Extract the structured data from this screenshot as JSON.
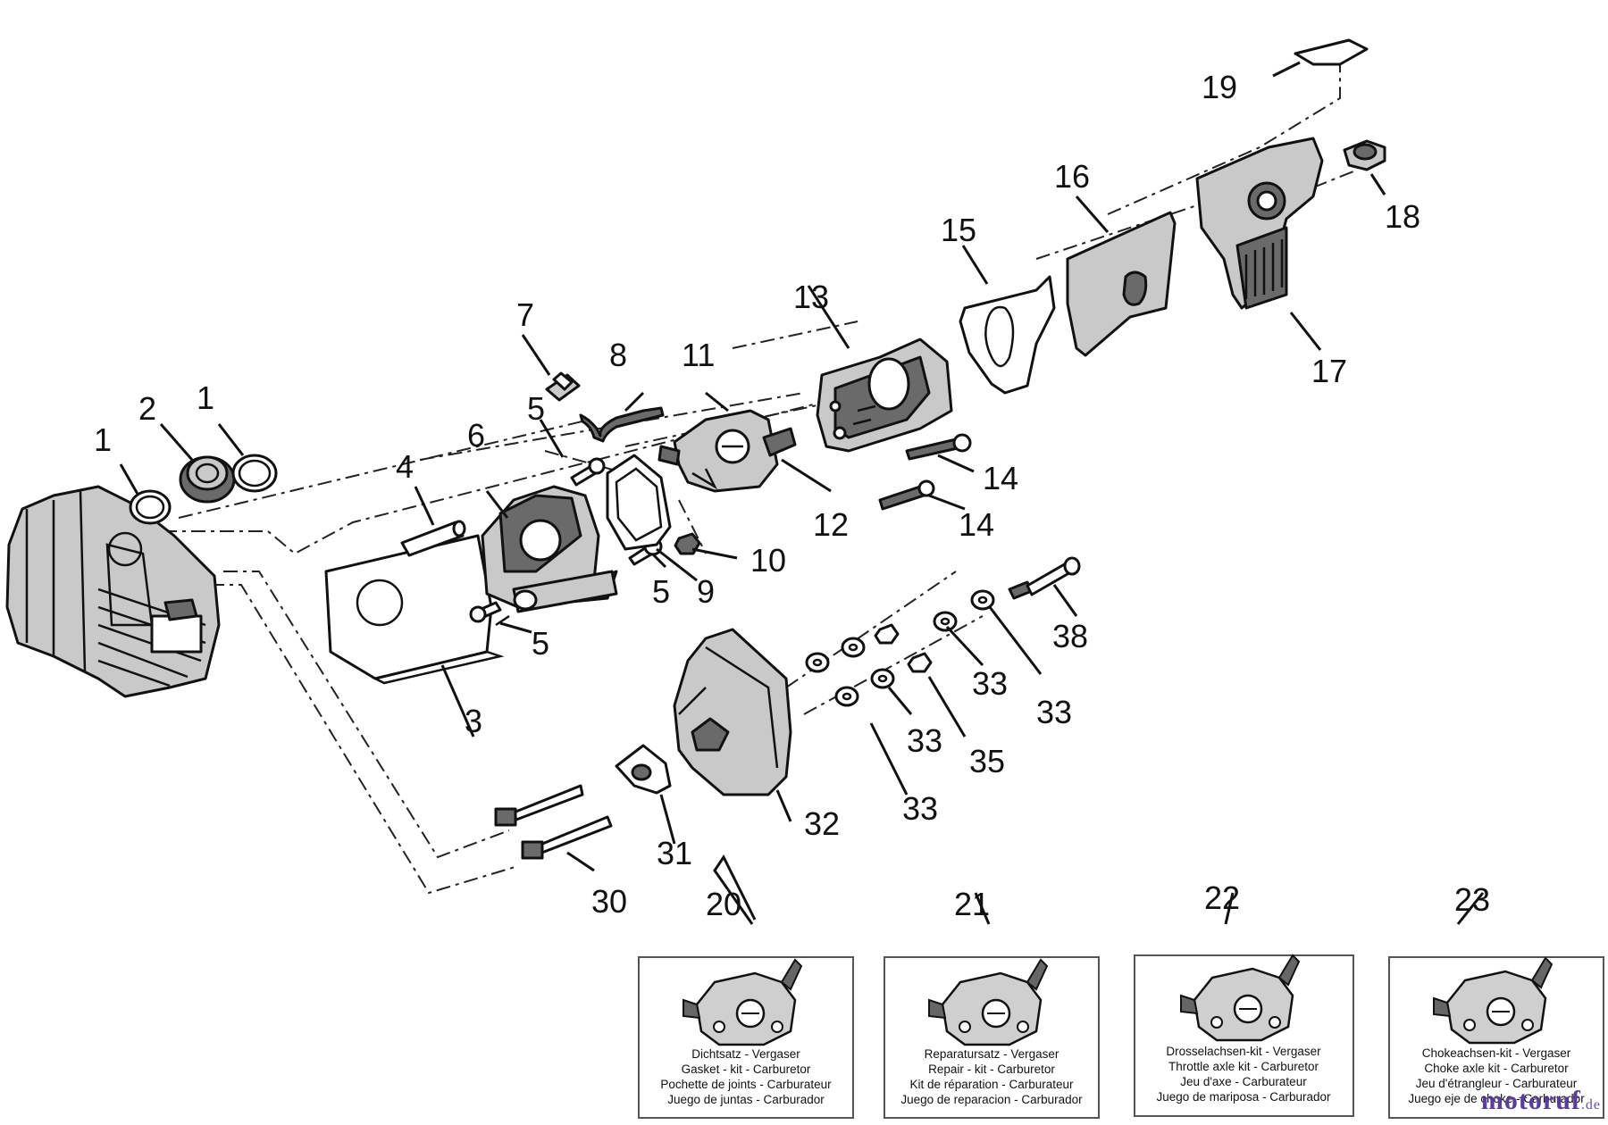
{
  "callouts": {
    "p1a": "1",
    "p1b": "1",
    "p2": "2",
    "p3": "3",
    "p4": "4",
    "p5a": "5",
    "p5b": "5",
    "p5c": "5",
    "p6": "6",
    "p7": "7",
    "p8": "8",
    "p9": "9",
    "p10": "10",
    "p11": "11",
    "p12": "12",
    "p13": "13",
    "p14a": "14",
    "p14b": "14",
    "p15": "15",
    "p16": "16",
    "p17": "17",
    "p18": "18",
    "p19": "19",
    "p20": "20",
    "p21": "21",
    "p22": "22",
    "p23": "23",
    "p30": "30",
    "p31": "31",
    "p32": "32",
    "p33a": "33",
    "p33b": "33",
    "p33c": "33",
    "p33d": "33",
    "p35": "35",
    "p38": "38"
  },
  "kits": [
    {
      "number": "20",
      "lines": [
        "Dichtsatz - Vergaser",
        "Gasket - kit - Carburetor",
        "Pochette de joints - Carburateur",
        "Juego de juntas - Carburador"
      ]
    },
    {
      "number": "21",
      "lines": [
        "Reparatursatz - Vergaser",
        "Repair - kit - Carburetor",
        "Kit de réparation - Carburateur",
        "Juego de reparacion - Carburador"
      ]
    },
    {
      "number": "22",
      "lines": [
        "Drosselachsen-kit - Vergaser",
        "Throttle axle kit - Carburetor",
        "Jeu d'axe - Carburateur",
        "Juego de mariposa - Carburador"
      ]
    },
    {
      "number": "23",
      "lines": [
        "Chokeachsen-kit - Vergaser",
        "Choke axle kit - Carburetor",
        "Jeu d'étrangleur - Carburateur",
        "Juego eje de choke - Carburador"
      ]
    }
  ],
  "watermark": {
    "brand": "motoruf",
    "suffix": ".de"
  },
  "icons": [
    "carburetor-icon"
  ]
}
